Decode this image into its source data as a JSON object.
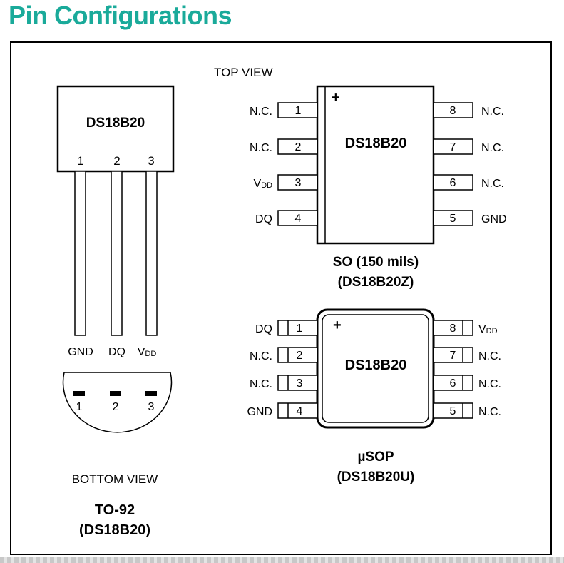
{
  "title": "Pin Configurations",
  "top_view_label": "TOP VIEW",
  "to92": {
    "part": "DS18B20",
    "pin_numbers": [
      "1",
      "2",
      "3"
    ],
    "pin_names": [
      "GND",
      "DQ",
      "V",
      "DD"
    ],
    "bottom_pin_numbers": [
      "1",
      "2",
      "3"
    ],
    "bottom_view_label": "BOTTOM VIEW",
    "package": "TO-92",
    "package_part": "(DS18B20)"
  },
  "so": {
    "part": "DS18B20",
    "marker": "+",
    "left_pins": [
      {
        "num": "1",
        "name": "N.C."
      },
      {
        "num": "2",
        "name": "N.C."
      },
      {
        "num": "3",
        "name": "V",
        "sub": "DD"
      },
      {
        "num": "4",
        "name": "DQ"
      }
    ],
    "right_pins": [
      {
        "num": "8",
        "name": "N.C."
      },
      {
        "num": "7",
        "name": "N.C."
      },
      {
        "num": "6",
        "name": "N.C."
      },
      {
        "num": "5",
        "name": "GND"
      }
    ],
    "package": "SO (150 mils)",
    "package_part": "(DS18B20Z)"
  },
  "usop": {
    "part": "DS18B20",
    "marker": "+",
    "left_pins": [
      {
        "num": "1",
        "name": "DQ"
      },
      {
        "num": "2",
        "name": "N.C."
      },
      {
        "num": "3",
        "name": "N.C."
      },
      {
        "num": "4",
        "name": "GND"
      }
    ],
    "right_pins": [
      {
        "num": "8",
        "name": "V",
        "sub": "DD"
      },
      {
        "num": "7",
        "name": "N.C."
      },
      {
        "num": "6",
        "name": "N.C."
      },
      {
        "num": "5",
        "name": "N.C."
      }
    ],
    "package": "µSOP",
    "package_part": "(DS18B20U)"
  },
  "colors": {
    "title": "#1aaa9a",
    "line": "#000000"
  }
}
